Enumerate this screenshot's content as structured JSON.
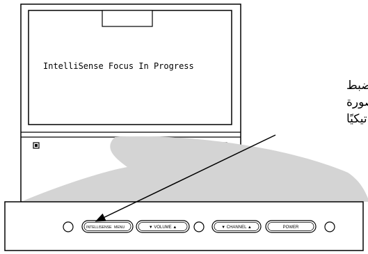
{
  "screen": {
    "message": "IntelliSense Focus In Progress"
  },
  "callout": {
    "lines": [
      "اضغط لبدء ضبط",
      "تقارب الصورة",
      "أتوماتيكيًا"
    ]
  },
  "panel": {
    "intellisense_label": "INTELLISENSE",
    "menu_label": "MENU",
    "volume_label": "▼ VOLUME ▲",
    "channel_label": "▼ CHANNEL ▲",
    "power_label": "POWER"
  }
}
